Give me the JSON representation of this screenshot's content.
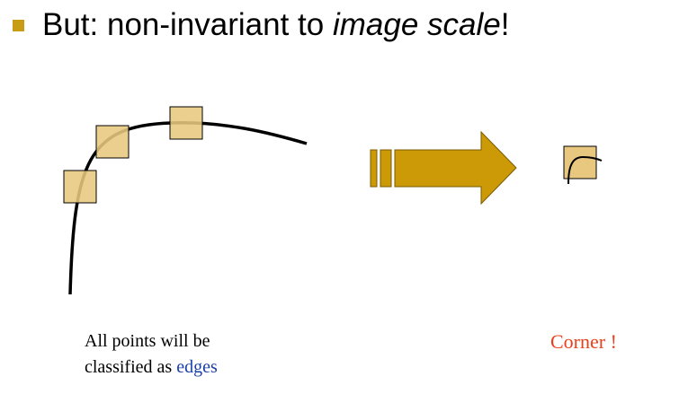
{
  "heading": {
    "prefix": "But: non-invariant to ",
    "emphasis": "image scale",
    "suffix": "!"
  },
  "caption_left": {
    "line1": "All points will be",
    "line2_prefix": "classified as ",
    "line2_highlight": "edges"
  },
  "caption_right": "Corner !",
  "colors": {
    "bullet": "#c99c16",
    "window_fill": "#e8c87e",
    "arrow_fill": "#cc9a06",
    "highlight_blue": "#1a3ea8",
    "corner_red": "#e8401c"
  }
}
